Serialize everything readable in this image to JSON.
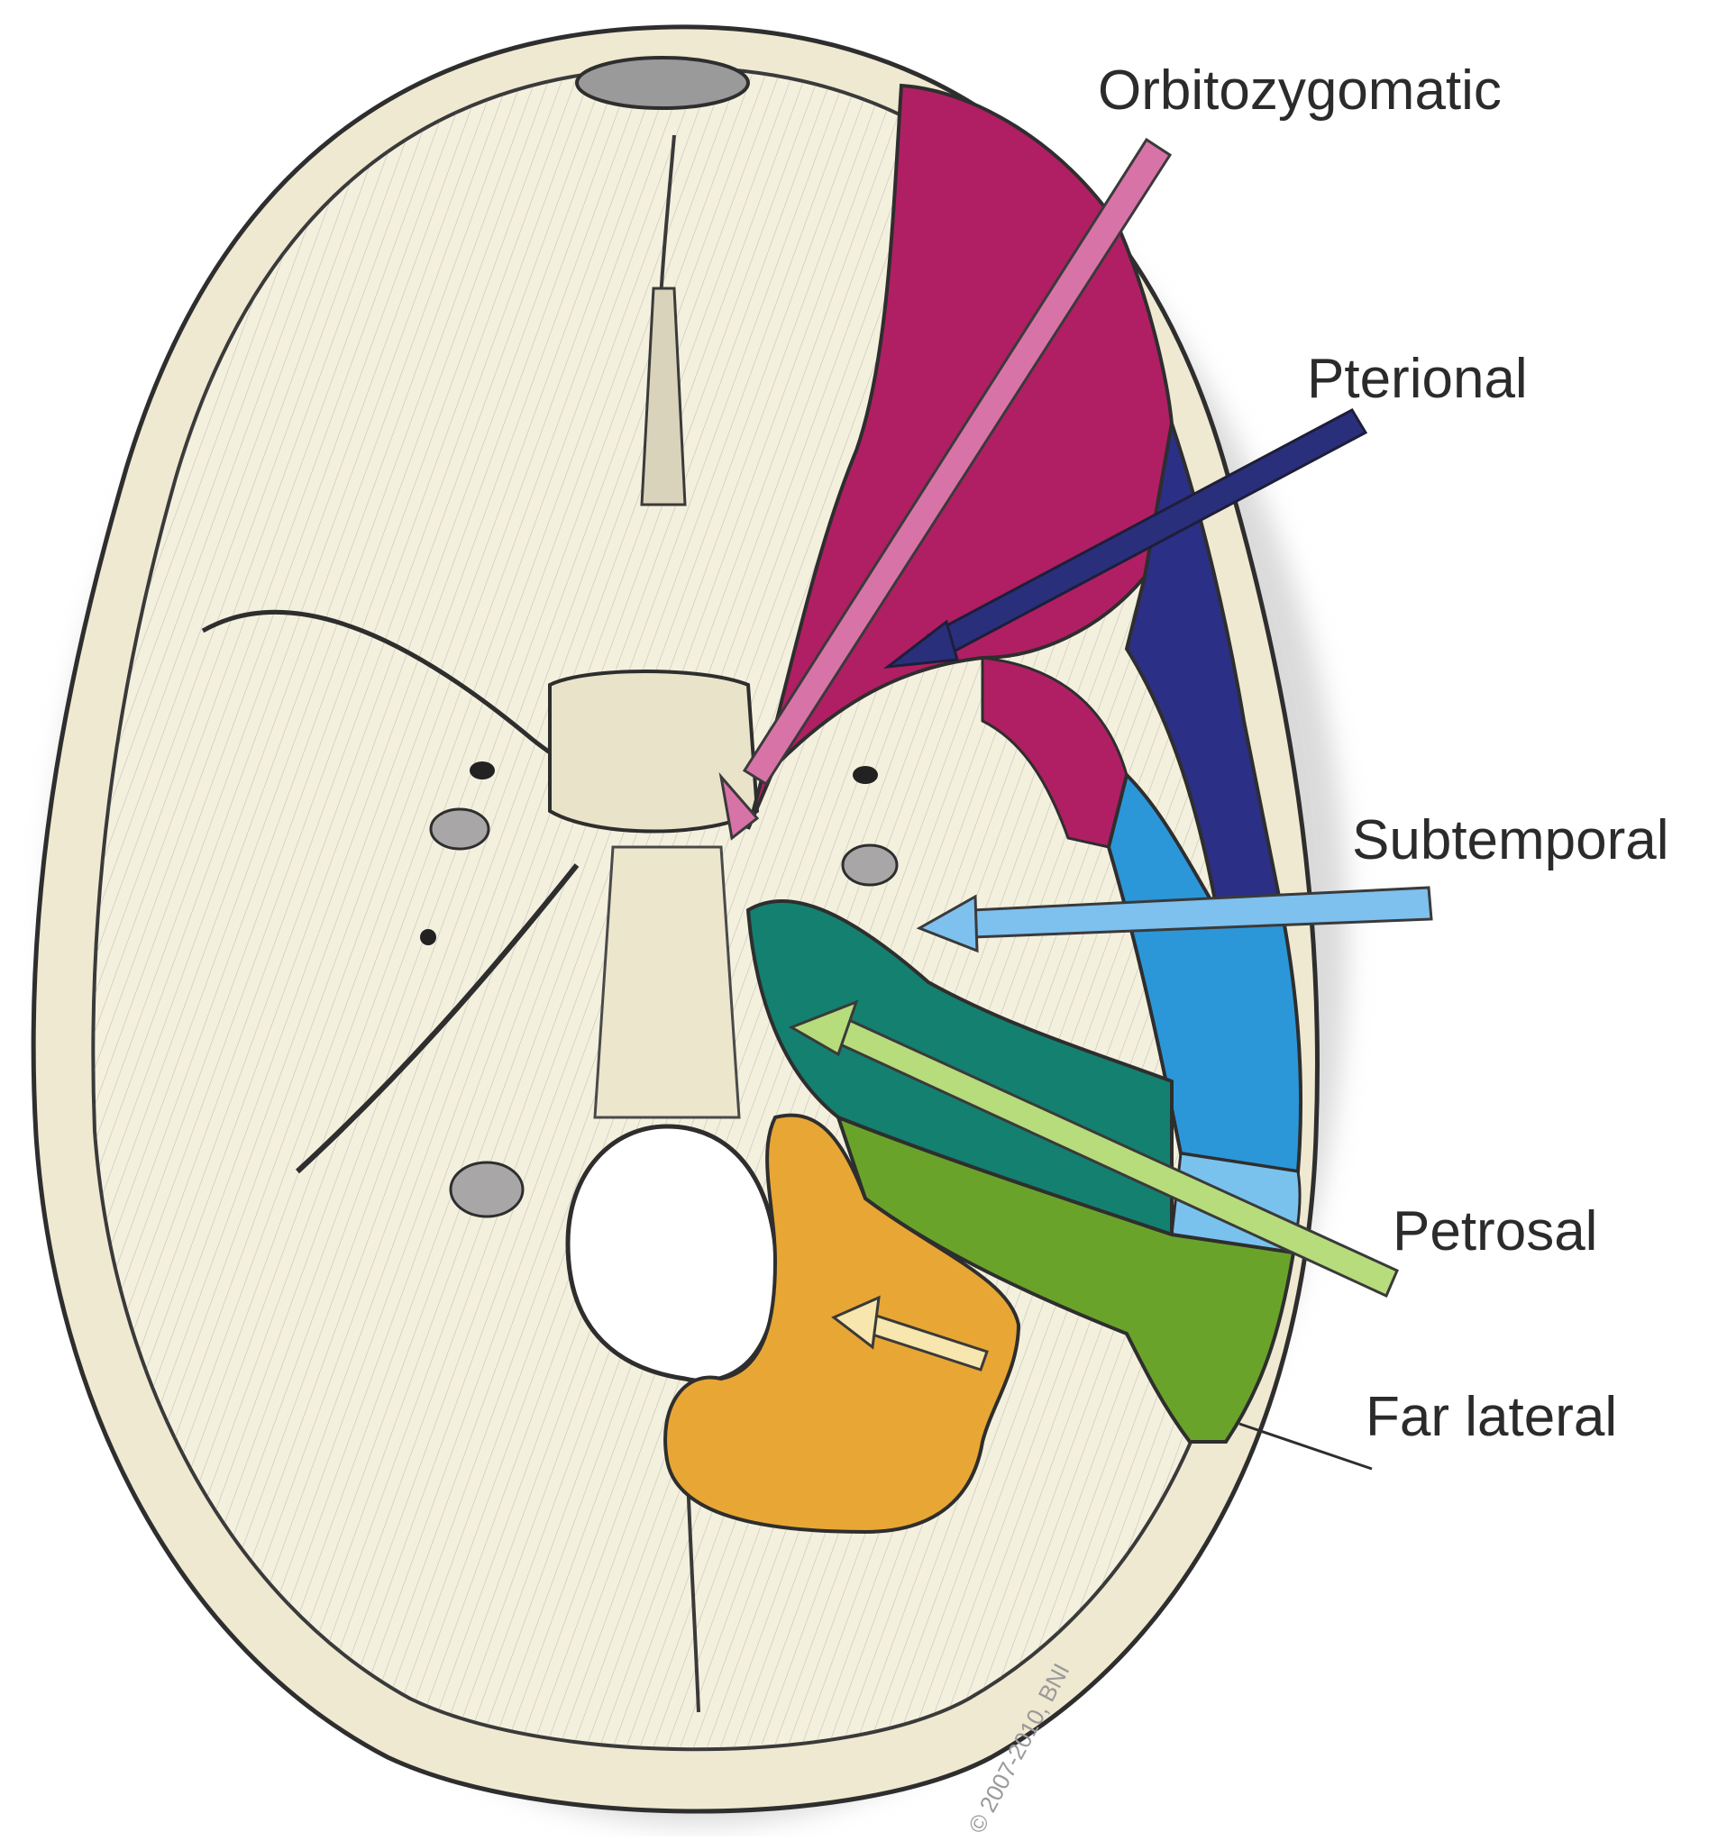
{
  "diagram": {
    "labels": {
      "orbitozygomatic": "Orbitozygomatic",
      "pterional": "Pterional",
      "subtemporal": "Subtemporal",
      "petrosal": "Petrosal",
      "far_lateral": "Far lateral"
    },
    "watermark": "© 2007-2010, BNI",
    "colors": {
      "bone": "#f3efdc",
      "bone_line": "#3a3a3a",
      "orbitozygomatic": "#b01f63",
      "pterional": "#2c2f86",
      "subtemporal": "#2b97d9",
      "petrosal_teal": "#14806f",
      "petrosal_green": "#6aa32a",
      "far_lateral": "#e8a734",
      "arrow_oz": "#d873a8",
      "arrow_pt": "#2a2f7c",
      "arrow_st": "#7ec0ee",
      "arrow_pe": "#b7dc7c",
      "arrow_fl": "#f7e6ad"
    }
  }
}
